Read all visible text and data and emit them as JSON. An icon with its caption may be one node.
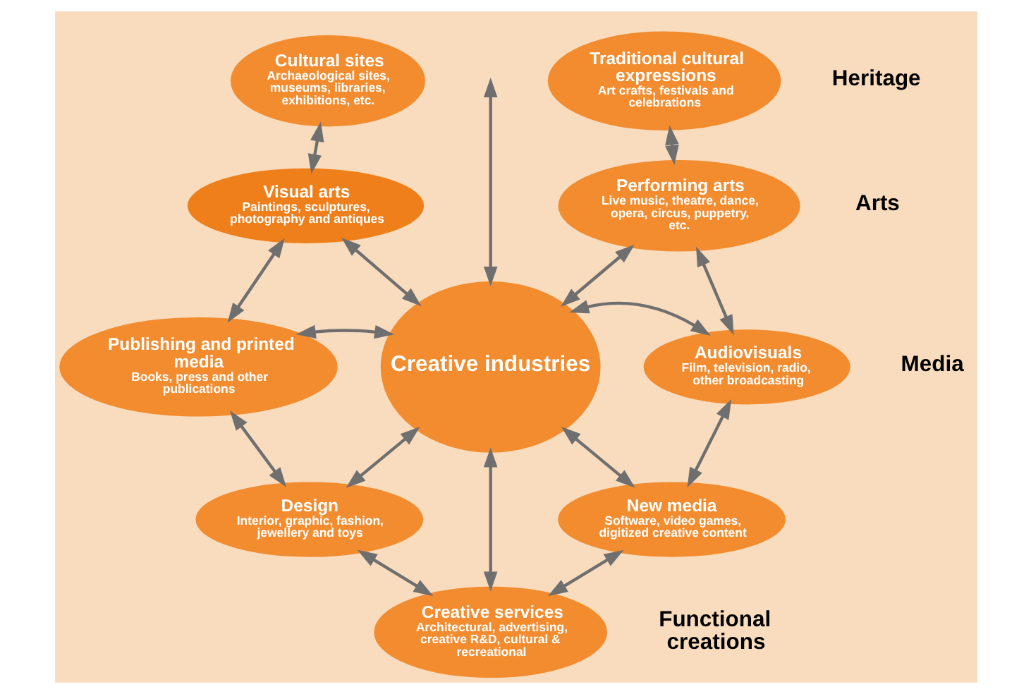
{
  "diagram": {
    "nodes": [
      {
        "text": [
          "Cultural sites",
          "Archaeological sites, museums, libraries, exhibitions, etc."
        ]
      },
      {
        "text": [
          "Traditional cultural expressions",
          "Art crafts, festivals and celebrations"
        ]
      },
      {
        "text": [
          "Visual arts",
          "Paintings, sculptures, photography and antiques"
        ]
      },
      {
        "text": [
          "Performing arts",
          "Live music, theatre, dance, opera, circus, puppetry, etc."
        ]
      },
      {
        "text": [
          "Publishing and printed media",
          "Books, press and other publications"
        ]
      },
      {
        "text": [
          "Creative industries"
        ]
      },
      {
        "text": [
          "Audiovisuals",
          "Film, television, radio, other broadcasting"
        ]
      },
      {
        "text": [
          "Design",
          "Interior, graphic, fashion, jewellery and toys"
        ]
      },
      {
        "text": [
          "New media",
          "Software, video games, digitized creative content"
        ]
      },
      {
        "text": [
          "Creative services",
          "Architectural, advertising, creative R&D, cultural & recreational"
        ]
      }
    ],
    "edges": [
      {
        "from": 2,
        "to": 0,
        "arrow": "both"
      },
      {
        "from": 1,
        "to": 3,
        "arrow": "both"
      },
      {
        "from": 5,
        "to": 2,
        "arrow": "both"
      },
      {
        "from": 5,
        "to": null,
        "arrow": "both"
      },
      {
        "from": 5,
        "to": 3,
        "arrow": "both"
      },
      {
        "from": 2,
        "to": 4,
        "arrow": "both"
      },
      {
        "from": 3,
        "to": 6,
        "arrow": "both"
      },
      {
        "from": 4,
        "to": 5,
        "arrow": "both"
      },
      {
        "from": 5,
        "to": 6,
        "arrow": "both"
      },
      {
        "from": 4,
        "to": 7,
        "arrow": "both"
      },
      {
        "from": 6,
        "to": 8,
        "arrow": "both"
      },
      {
        "from": 5,
        "to": 7,
        "arrow": "both"
      },
      {
        "from": 5,
        "to": 9,
        "arrow": "both"
      },
      {
        "from": 5,
        "to": 8,
        "arrow": "both"
      },
      {
        "from": 7,
        "to": 9,
        "arrow": "both"
      },
      {
        "from": 9,
        "to": 8,
        "arrow": "both"
      }
    ],
    "labels": [
      "Heritage",
      "Arts",
      "Media",
      "Functional creations"
    ]
  }
}
